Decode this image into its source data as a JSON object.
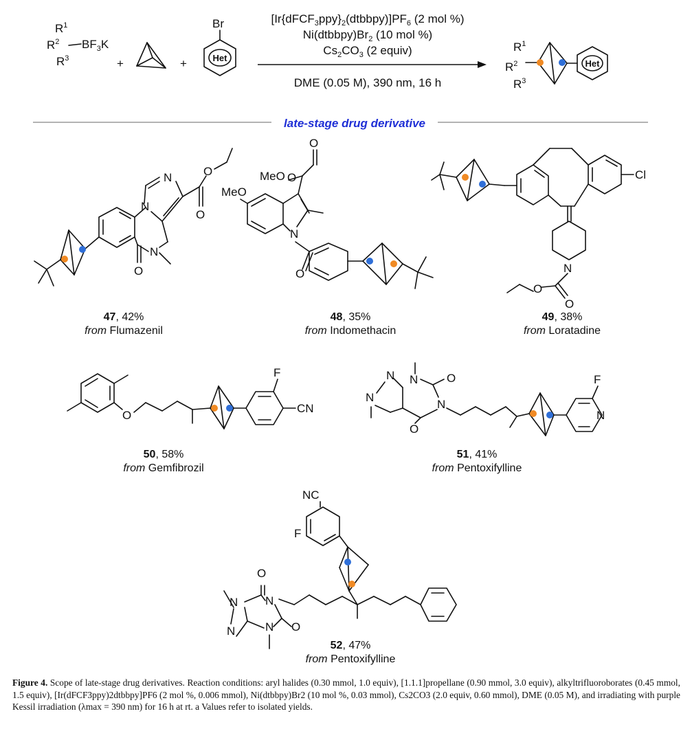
{
  "reaction": {
    "reagent_substituents": [
      "R",
      "R",
      "R"
    ],
    "reagent_superscripts": [
      "1",
      "2",
      "3"
    ],
    "reagent_group": "BF",
    "reagent_group_sub": "3",
    "reagent_counterion": "K",
    "plus": "+",
    "halide": "Br",
    "het": "Het",
    "conditions_above": [
      "[Ir{dFCF3ppy}2(dtbbpy)]PF6 (2 mol %)",
      "Ni(dtbbpy)Br2 (10 mol %)",
      "Cs2CO3 (2 equiv)"
    ],
    "conditions_below": "DME (0.05 M), 390 nm, 16 h"
  },
  "section_title": "late-stage drug derivative",
  "colors": {
    "orange": "#f08a24",
    "blue": "#2f6fd8",
    "title_blue": "#1f2fd6",
    "rule": "#b3b3b3"
  },
  "atoms": {
    "n": "N",
    "o": "O",
    "f": "F",
    "cl": "Cl",
    "cn": "CN",
    "nc": "NC",
    "meo": "MeO",
    "meo_ester": "MeO"
  },
  "compounds": [
    {
      "id": "47",
      "yield": "42%",
      "from": "from",
      "drug": "Flumazenil"
    },
    {
      "id": "48",
      "yield": "35%",
      "from": "from",
      "drug": "Indomethacin"
    },
    {
      "id": "49",
      "yield": "38%",
      "from": "from",
      "drug": "Loratadine"
    },
    {
      "id": "50",
      "yield": "58%",
      "from": "from",
      "drug": "Gemfibrozil"
    },
    {
      "id": "51",
      "yield": "41%",
      "from": "from",
      "drug": "Pentoxifylline"
    },
    {
      "id": "52",
      "yield": "47%",
      "from": "from",
      "drug": "Pentoxifylline"
    }
  ],
  "caption": {
    "label": "Figure 4.",
    "text": "Scope of late-stage drug derivatives. Reaction conditions: aryl halides (0.30 mmol, 1.0 equiv), [1.1.1]propellane (0.90 mmol, 3.0 equiv), alkyltrifluoroborates (0.45 mmol, 1.5 equiv), [Ir(dFCF3ppy)2dtbbpy]PF6 (2 mol %, 0.006 mmol), Ni(dtbbpy)Br2 (10 mol %, 0.03 mmol), Cs2CO3 (2.0 equiv, 0.60 mmol), DME (0.05 M), and irradiating with purple Kessil irradiation (λmax = 390 nm) for 16 h at rt. a Values refer to isolated yields."
  }
}
